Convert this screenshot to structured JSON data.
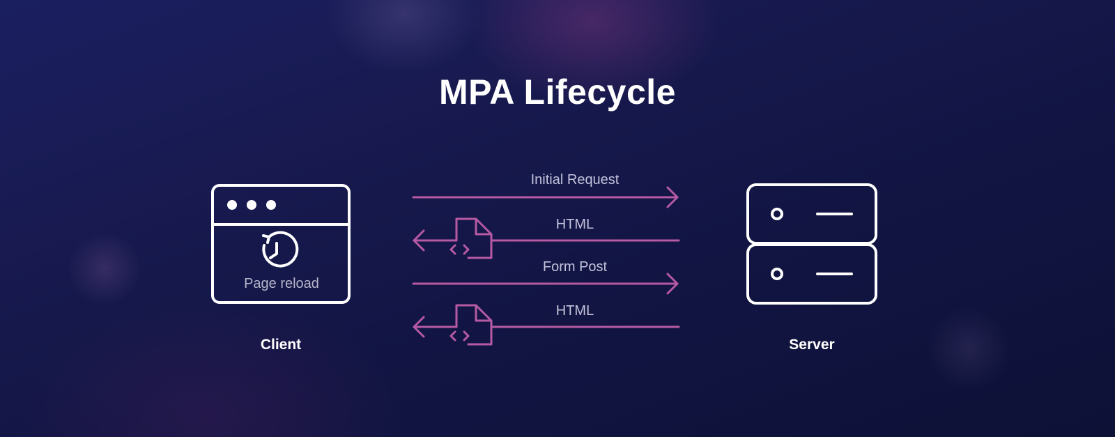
{
  "title": "MPA Lifecycle",
  "client": {
    "label": "Client",
    "status_text": "Page reload"
  },
  "server": {
    "label": "Server"
  },
  "messages": [
    {
      "label": "Initial Request",
      "direction": "client-to-server"
    },
    {
      "label": "HTML",
      "direction": "server-to-client"
    },
    {
      "label": "Form Post",
      "direction": "client-to-server"
    },
    {
      "label": "HTML",
      "direction": "server-to-client"
    }
  ],
  "colors": {
    "arrow": "#b65aa3",
    "icon": "#ffffff"
  }
}
